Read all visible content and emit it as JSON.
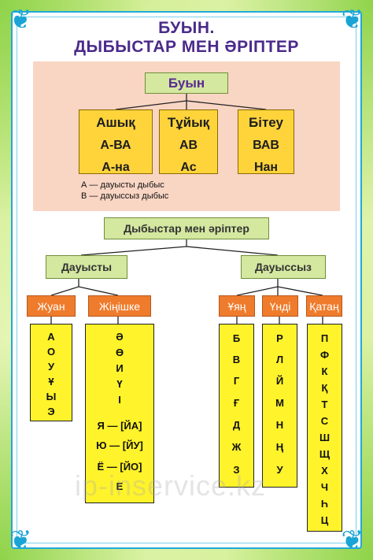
{
  "title": {
    "line1": "БУЫН.",
    "line2": "ДЫБЫСТАР МЕН ӘРІПТЕР"
  },
  "syllable": {
    "root": "Буын",
    "types": [
      {
        "name": "Ашық",
        "ex1": "А-ВА",
        "ex2": "А-на"
      },
      {
        "name": "Тұйық",
        "ex1": "АВ",
        "ex2": "Ас"
      },
      {
        "name": "Бітеу",
        "ex1": "ВАВ",
        "ex2": "Нан"
      }
    ],
    "legend": [
      "А — дауысты дыбыс",
      "В — дауыссыз дыбыс"
    ]
  },
  "sounds": {
    "root": "Дыбыстар мен әріптер",
    "vowels": {
      "label": "Дауысты",
      "groups": [
        {
          "label": "Жуан",
          "letters": [
            "А",
            "О",
            "У",
            "Ұ",
            "Ы",
            "Э"
          ]
        },
        {
          "label": "Жіңішке",
          "letters": [
            "Ә",
            "Ө",
            "И",
            "Ү",
            "І",
            "Я — [ЙА]",
            "Ю — [ЙУ]",
            "Ё — [ЙО]",
            "Е"
          ]
        }
      ]
    },
    "consonants": {
      "label": "Дауыссыз",
      "groups": [
        {
          "label": "Ұяң",
          "letters": [
            "Б",
            "В",
            "Г",
            "Ғ",
            "Д",
            "Ж",
            "З"
          ]
        },
        {
          "label": "Үнді",
          "letters": [
            "Р",
            "Л",
            "Й",
            "М",
            "Н",
            "Ң",
            "У"
          ]
        },
        {
          "label": "Қатаң",
          "letters": [
            "П",
            "Ф",
            "К",
            "Қ",
            "Т",
            "С",
            "Ш",
            "Щ",
            "Х",
            "Ч",
            "Һ",
            "Ц"
          ]
        }
      ]
    }
  },
  "watermark": "ip-inservice.kz"
}
